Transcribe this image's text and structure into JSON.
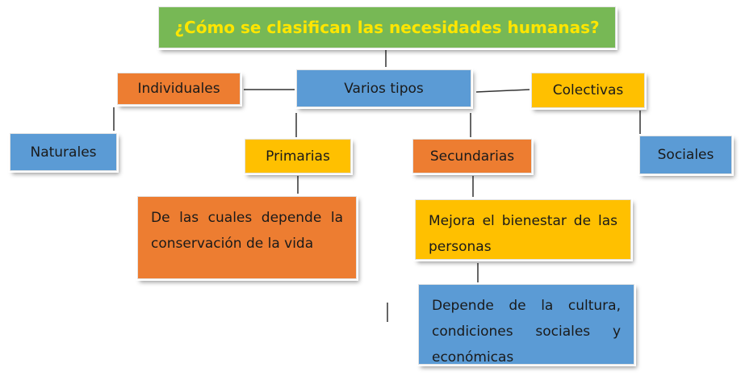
{
  "diagram": {
    "title": "¿Cómo se clasifican las necesidades humanas?",
    "center": "Varios tipos",
    "left_branch": {
      "label": "Individuales",
      "child": "Naturales"
    },
    "right_branch": {
      "label": "Colectivas",
      "child": "Sociales"
    },
    "primary": {
      "label": "Primarias",
      "description": "De las cuales depende la conservación de la vida"
    },
    "secondary": {
      "label": "Secundarias",
      "description": "Mejora el bienestar de las personas",
      "detail": "Depende de la cultura, condiciones sociales y económicas"
    }
  },
  "colors": {
    "green": "#77b855",
    "blue": "#5b9bd5",
    "orange": "#ed7d31",
    "yellow": "#ffc000",
    "title_text": "#ffe600"
  }
}
